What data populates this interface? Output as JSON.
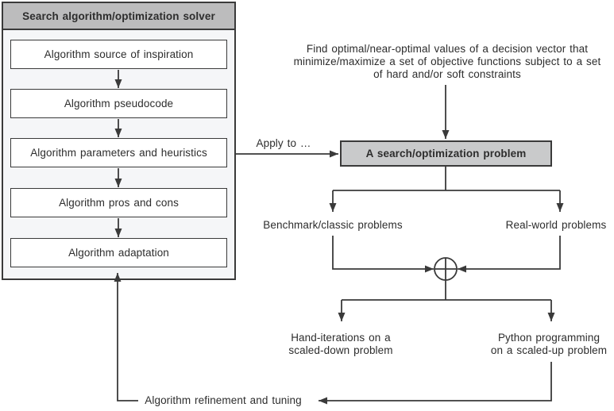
{
  "colors": {
    "line": "#3a3a3a",
    "text": "#2d2d2d",
    "panel_fill": "#f5f6f8",
    "header_fill": "#bcbcbd",
    "problem_fill": "#c9cacb",
    "node_fill": "#ffffff"
  },
  "solver_panel": {
    "title": "Search algorithm/optimization solver",
    "steps": [
      "Algorithm source of inspiration",
      "Algorithm pseudocode",
      "Algorithm parameters and heuristics",
      "Algorithm pros and cons",
      "Algorithm adaptation"
    ]
  },
  "objective": {
    "lines": [
      "Find optimal/near-optimal values of a decision vector that",
      "minimize/maximize a set of objective functions subject to a set",
      "of hard and/or soft constraints"
    ]
  },
  "apply_label": "Apply to …",
  "problem_box": {
    "label": "A search/optimization problem"
  },
  "branches": {
    "benchmark": "Benchmark/classic problems",
    "real_world": "Real-world problems"
  },
  "practice": {
    "hand_lines": [
      "Hand-iterations on a",
      "scaled-down problem"
    ],
    "python_lines": [
      "Python programming",
      "on a scaled-up problem"
    ]
  },
  "refinement_label": "Algorithm refinement and tuning"
}
